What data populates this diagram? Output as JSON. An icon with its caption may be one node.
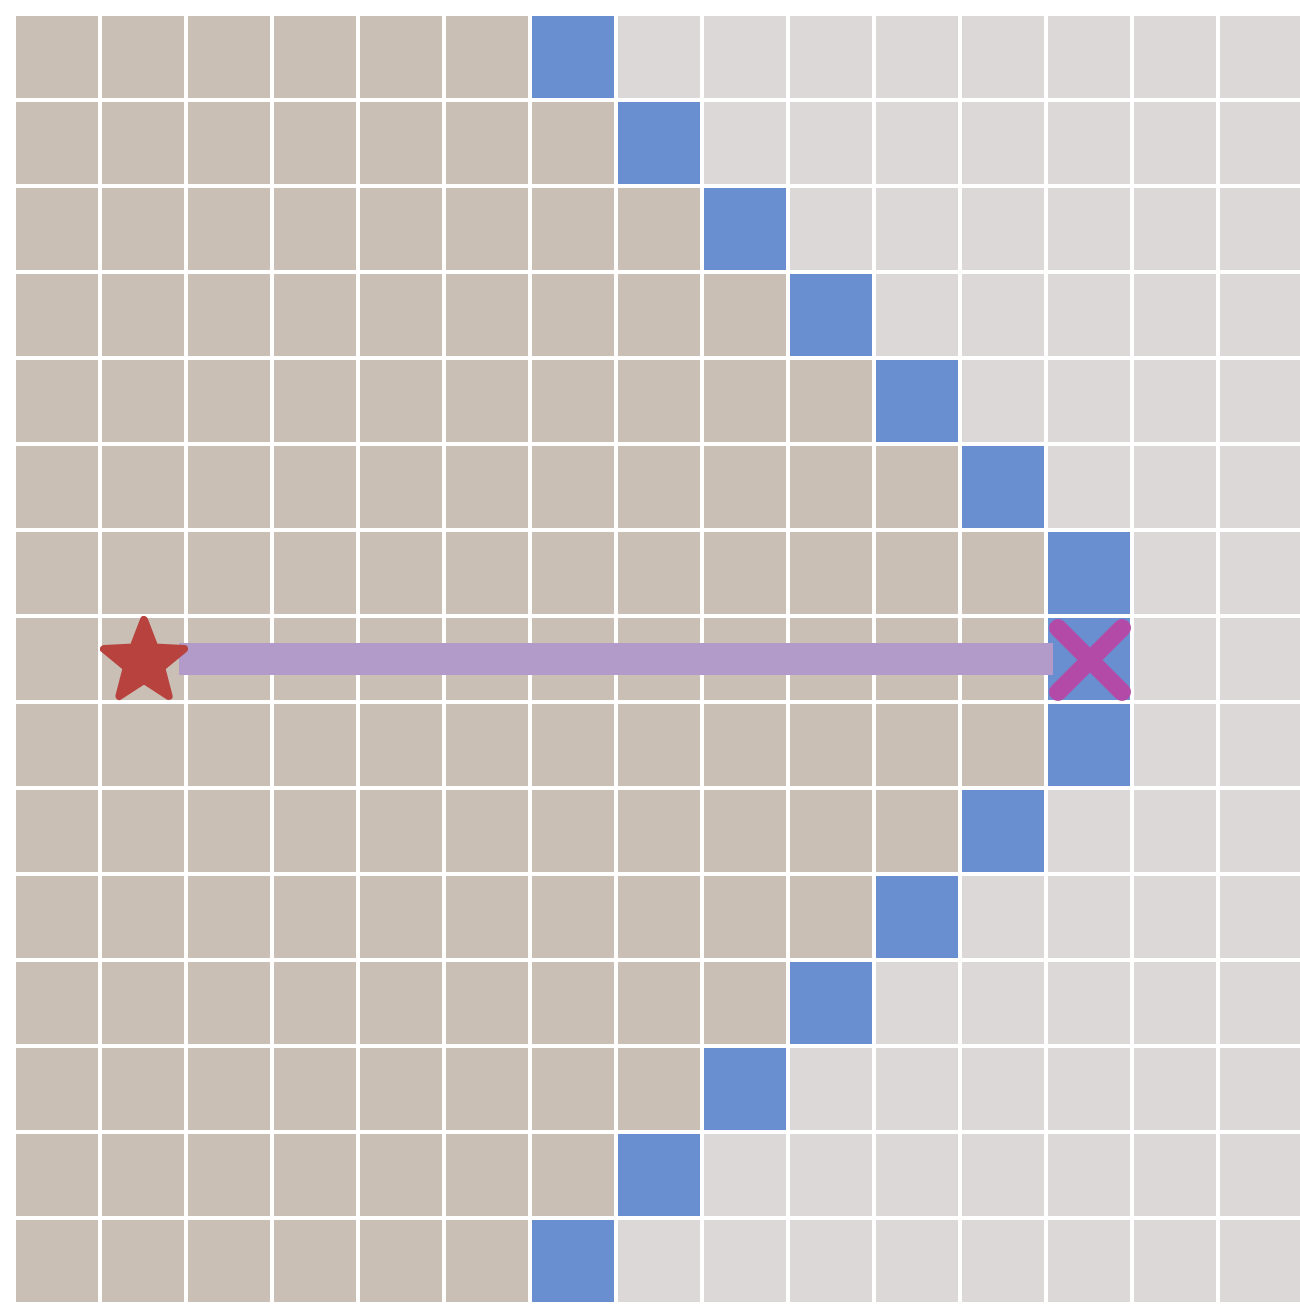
{
  "diagram": {
    "nodes": [
      {
        "text": [],
        "shape": "star"
      },
      {
        "text": [],
        "shape": "cross"
      }
    ],
    "edges": [
      {
        "from": 0,
        "to": 1,
        "arrow": "none"
      }
    ]
  }
}
